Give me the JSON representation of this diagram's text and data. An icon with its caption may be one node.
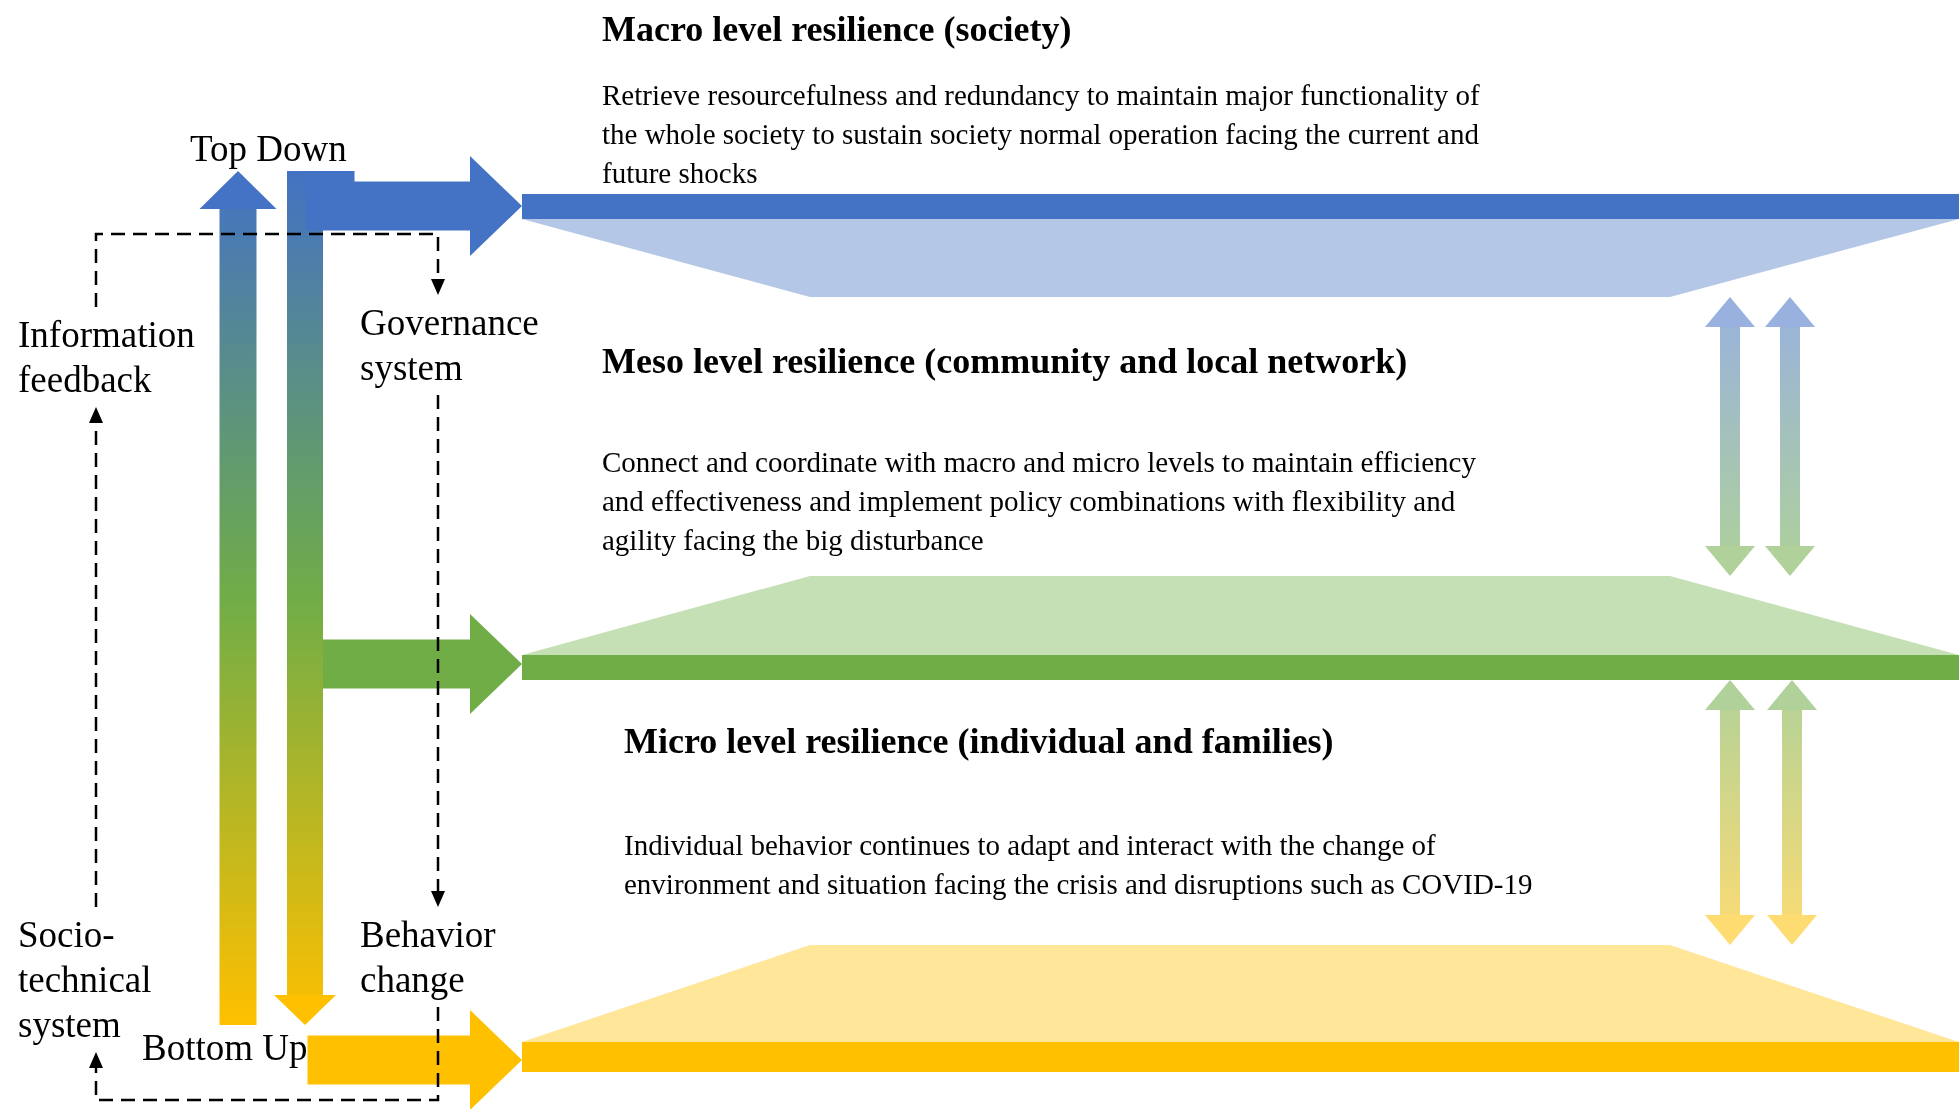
{
  "diagram": {
    "nodes": [
      {
        "text": [],
        "shape": "bar",
        "beside": [
          "Macro level resilience (society)",
          "Retrieve resourcefulness and redundancy to maintain major functionality of the whole society to sustain society normal operation facing the current and future shocks"
        ]
      },
      {
        "text": [],
        "shape": "bar",
        "beside": [
          "Meso level resilience (community and local network)",
          "Connect and coordinate with macro and micro levels to maintain efficiency and effectiveness and implement policy combinations with flexibility and agility facing the big disturbance"
        ]
      },
      {
        "text": [],
        "shape": "bar",
        "beside": [
          "Micro level resilience (individual and families)",
          "Individual behavior continues to adapt and interact with the change of environment and situation facing the crisis and disruptions such as COVID-19"
        ]
      },
      {
        "text": [
          "Top Down"
        ]
      },
      {
        "text": [
          "Information feedback"
        ]
      },
      {
        "text": [
          "Governance system"
        ]
      },
      {
        "text": [
          "Socio-technical system"
        ]
      },
      {
        "text": [
          "Behavior change"
        ]
      },
      {
        "text": [
          "Bottom Up"
        ]
      }
    ],
    "edges": [
      {
        "from": 8,
        "to": 3,
        "arrow": "to",
        "style": "thick"
      },
      {
        "from": 3,
        "to": 8,
        "arrow": "to",
        "style": "thick"
      },
      {
        "from": 3,
        "to": 0,
        "arrow": "to",
        "style": "thick",
        "color": "#4472c4"
      },
      {
        "from": null,
        "to": 1,
        "arrow": "to",
        "style": "thick",
        "color": "#70ad47"
      },
      {
        "from": 8,
        "to": 2,
        "arrow": "to",
        "style": "thick",
        "color": "#ffc000"
      },
      {
        "from": 4,
        "to": 5,
        "arrow": "to",
        "style": "dashed"
      },
      {
        "from": 5,
        "to": 7,
        "arrow": "to",
        "style": "dashed"
      },
      {
        "from": 7,
        "to": 6,
        "arrow": "to",
        "style": "dashed"
      },
      {
        "from": 6,
        "to": 4,
        "arrow": "to",
        "style": "dashed"
      },
      {
        "from": 0,
        "to": 1,
        "arrow": "both",
        "style": "thick"
      },
      {
        "from": 0,
        "to": 1,
        "arrow": "both",
        "style": "thick"
      },
      {
        "from": 1,
        "to": 2,
        "arrow": "both",
        "style": "thick"
      },
      {
        "from": 1,
        "to": 2,
        "arrow": "both",
        "style": "thick"
      }
    ]
  }
}
